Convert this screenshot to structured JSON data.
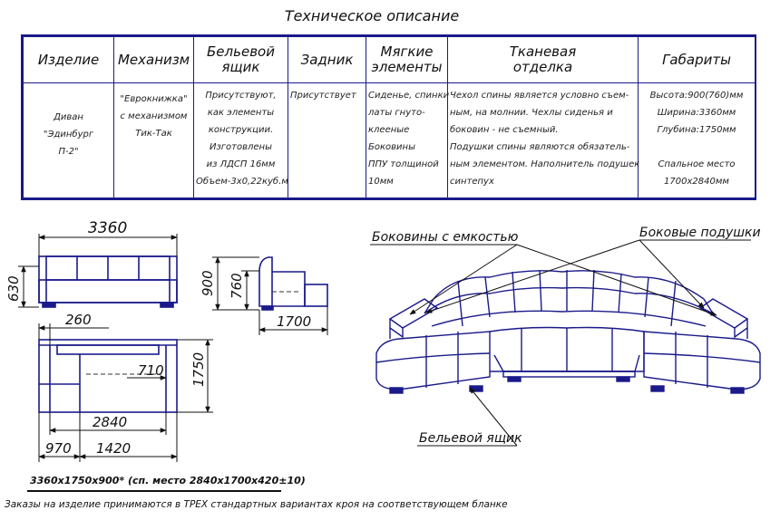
{
  "title": "Техническое описание",
  "table": {
    "headers": [
      "Изделие",
      "Механизм",
      "Бельевой ящик",
      "Задник",
      "Мягкие элементы",
      "Тканевая отделка",
      "Габариты"
    ],
    "headers_lines": [
      [
        "Изделие"
      ],
      [
        "Механизм"
      ],
      [
        "Бельевой",
        "ящик"
      ],
      [
        "Задник"
      ],
      [
        "Мягкие",
        "элементы"
      ],
      [
        "Тканевая",
        "отделка"
      ],
      [
        "Габариты"
      ]
    ],
    "row": [
      [
        "Диван",
        "\"Эдинбург",
        "П-2\""
      ],
      [
        "\"Еврокнижка\"",
        "с механизмом",
        "Тик-Так"
      ],
      [
        "Присутствуют,",
        "как элементы",
        "конструкции.",
        "Изготовлены",
        "из ЛДСП 16мм",
        "Объем-3х0,22куб.м"
      ],
      [
        "Присутствует"
      ],
      [
        "Сиденье, спинки",
        "латы гнуто-",
        "клееные",
        "Боковины",
        "ППУ толщиной",
        "10мм"
      ],
      [
        "Чехол спины является условно съем-",
        "ным, на молнии. Чехлы сиденья и",
        "боковин - не съемный.",
        "Подушки спины являются обязатель-",
        "ным элементом. Наполнитель подушек",
        "синтепух"
      ],
      [
        "Высота:900(760)мм",
        "Ширина:3360мм",
        "Глубина:1750мм",
        "",
        "Спальное место",
        "1700х2840мм"
      ]
    ]
  },
  "dimensions": {
    "front_width": "3360",
    "front_height": "630",
    "side_height_total": "900",
    "side_height_seat": "760",
    "side_depth": "1700",
    "top_arm": "260",
    "top_inner": "710",
    "top_depth": "1750",
    "top_bed": "2840",
    "top_left": "970",
    "top_mid": "1420"
  },
  "callouts": {
    "sides_storage": "Боковины с емкостью",
    "side_cushions": "Боковые подушки",
    "linen_box": "Бельевой ящик"
  },
  "summary": "3360х1750х900* (сп. место 2840х1700х420±10)",
  "note": "Заказы на изделие принимаются в ТРЕХ стандартных вариантах кроя на соответствующем бланке"
}
